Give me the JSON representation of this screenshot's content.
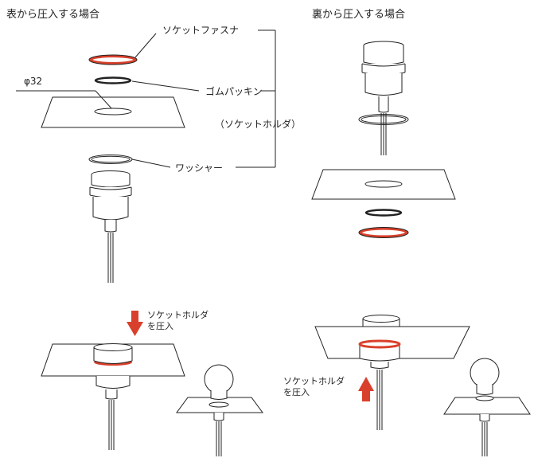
{
  "headings": {
    "front": "表から圧入する場合",
    "back": "裏から圧入する場合"
  },
  "labels": {
    "fastener": "ソケットファスナ",
    "rubber": "ゴムパッキン",
    "washer": "ワッシャー",
    "holder": "（ソケットホルダ）",
    "diameter": "φ32"
  },
  "press_front": [
    "ソケットホルダ",
    "を圧入"
  ],
  "press_back": [
    "ソケットホルダ",
    "を圧入"
  ],
  "colors": {
    "accent": "#d9402b",
    "line": "#222222"
  }
}
